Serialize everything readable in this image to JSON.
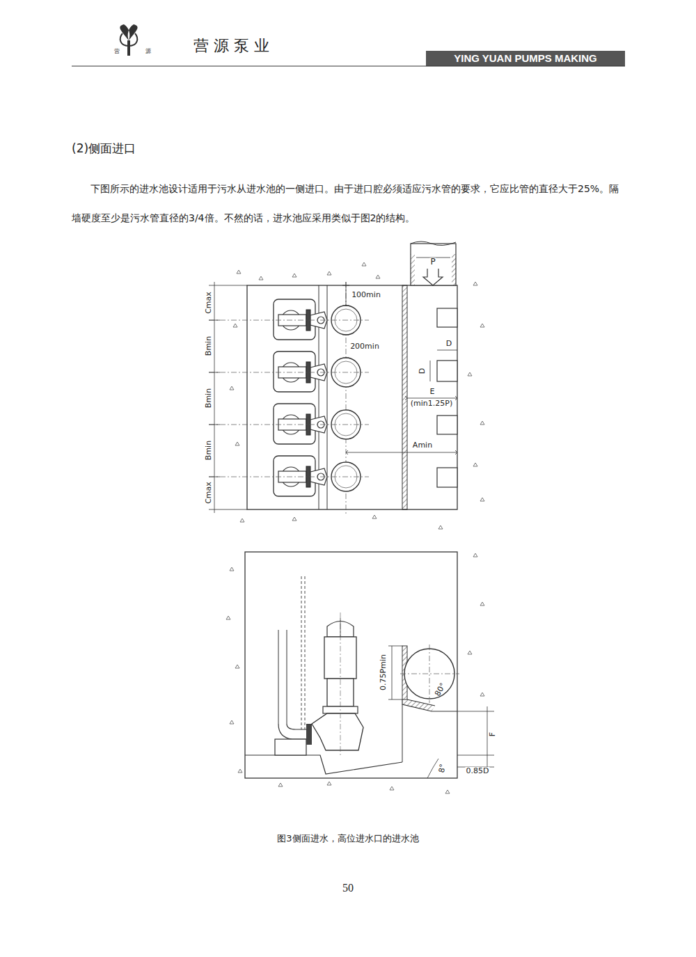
{
  "diagram": {
    "title": "(2)侧面进口",
    "caption": "图3侧面进水，高位进水口的进水池",
    "labels": [
      "营",
      "源",
      "营源泵业",
      "YING YUAN PUMPS MAKING",
      "下图所示的进水池设计适用于污水从进水池的一侧进口。由于进口腔必须适应污水管的要求，它应比管的直径大于25%。隔墙硬度至少是污水管直径的3/4倍。不然的话，进水池应采用类似于图2的结构。",
      "100min",
      "200min",
      "P",
      "Cmax",
      "Bmin",
      "Bmin",
      "Bmin",
      "Cmax",
      "D",
      "D",
      "E",
      "(min1.25P)",
      "Amin",
      "0.75Pmin",
      "80°",
      "F",
      "8°",
      "0.85D",
      "50"
    ]
  }
}
